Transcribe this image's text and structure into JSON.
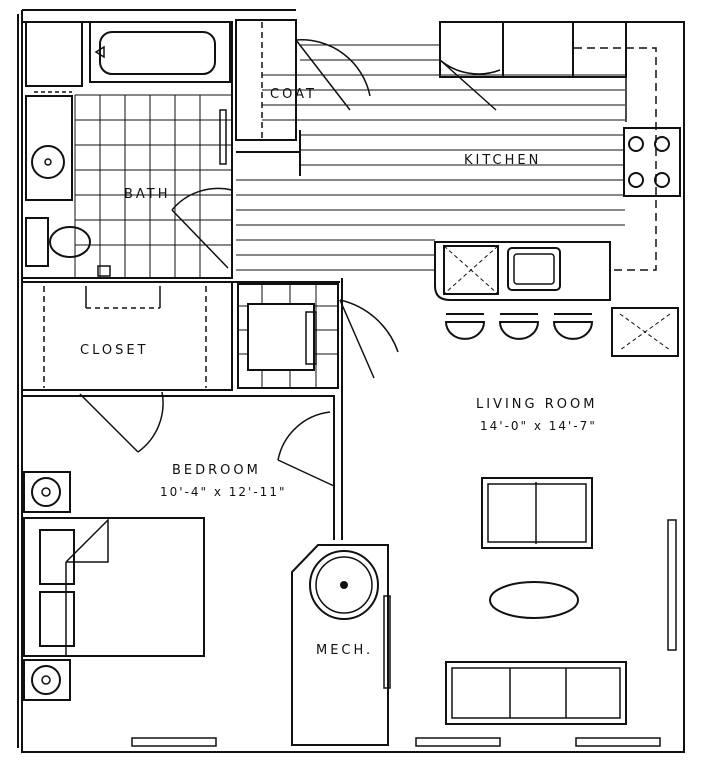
{
  "rooms": {
    "bath": "BATH",
    "coat": "COAT",
    "kitchen": "KITCHEN",
    "closet": "CLOSET",
    "bedroom": "BEDROOM",
    "bedroom_dims": "10'-4\" x 12'-11\"",
    "living_room": "LIVING ROOM",
    "living_room_dims": "14'-0\" x 14'-7\"",
    "mech": "MECH."
  },
  "colors": {
    "line": "#111111",
    "background": "#ffffff"
  }
}
